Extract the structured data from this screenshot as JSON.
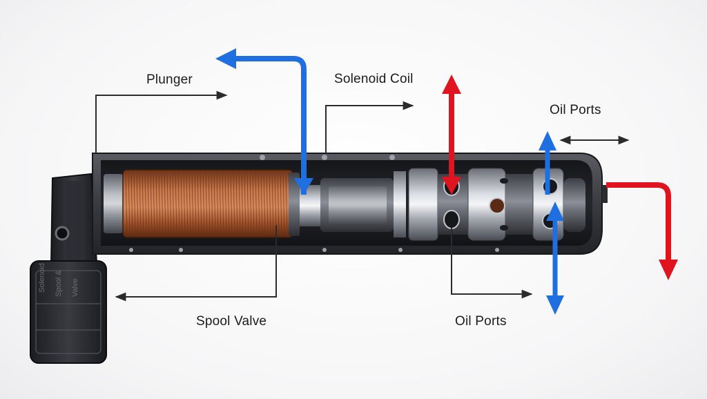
{
  "labels": {
    "plunger": "Plunger",
    "solenoid_coil": "Solenoid Coil",
    "oil_ports_top": "Oil Ports",
    "spool_valve": "Spool Valve",
    "oil_ports_bottom": "Oil Ports"
  },
  "connector_text": [
    "Solenoid",
    "Spool &",
    "Valve"
  ],
  "colors": {
    "blue_arrow": "#1f6fe0",
    "red_arrow": "#e0141e",
    "housing": "#2e2f33",
    "copper": "#b8663c",
    "leader": "#2b2b2b"
  }
}
